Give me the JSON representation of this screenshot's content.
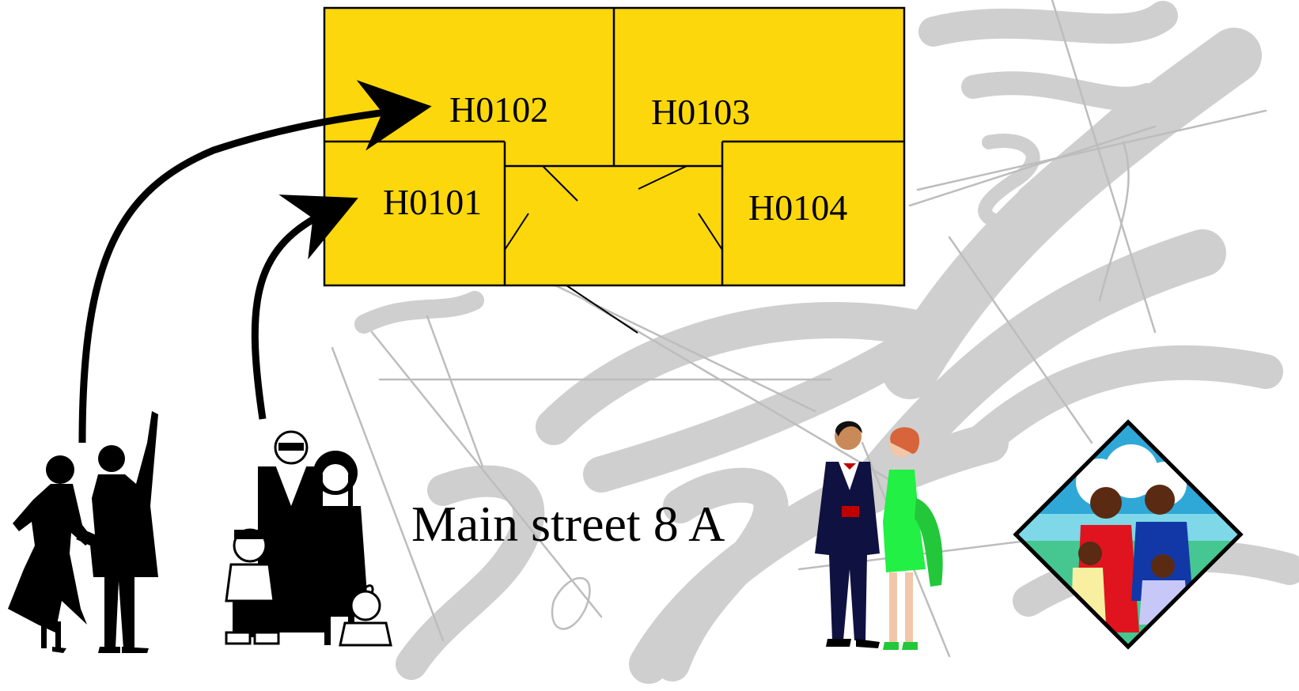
{
  "colors": {
    "building_fill": "#FCD70C",
    "outline": "#000000",
    "watermark": "#CFCFCF",
    "watermark_line": "#BDBDBD"
  },
  "rooms": [
    {
      "id": "H0102",
      "label": "H0102"
    },
    {
      "id": "H0103",
      "label": "H0103"
    },
    {
      "id": "H0101",
      "label": "H0101"
    },
    {
      "id": "H0104",
      "label": "H0104"
    }
  ],
  "address": "Main street 8 A",
  "clipart": {
    "dancing_couple": "dancing-couple-silhouette",
    "family": "family-silhouette",
    "formal_couple": "formal-couple",
    "family_badge": "family-diamond-emblem"
  }
}
